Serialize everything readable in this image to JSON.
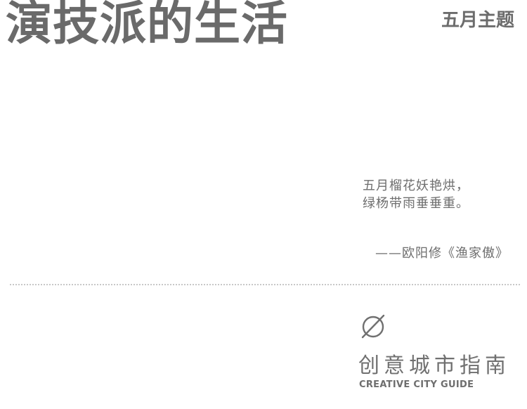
{
  "header": {
    "title": "演技派的生活",
    "theme": "五月主题"
  },
  "poem": {
    "lines": [
      "五月榴花妖艳烘，",
      "绿杨带雨垂垂重。"
    ],
    "attribution": "——欧阳修《渔家傲》"
  },
  "brand": {
    "icon": "empty-set-icon",
    "name_cn": "创意城市指南",
    "name_en": "CREATIVE CITY GUIDE"
  },
  "colors": {
    "text": "#6f6f6f",
    "divider": "#c8c8c8",
    "background": "#ffffff"
  }
}
